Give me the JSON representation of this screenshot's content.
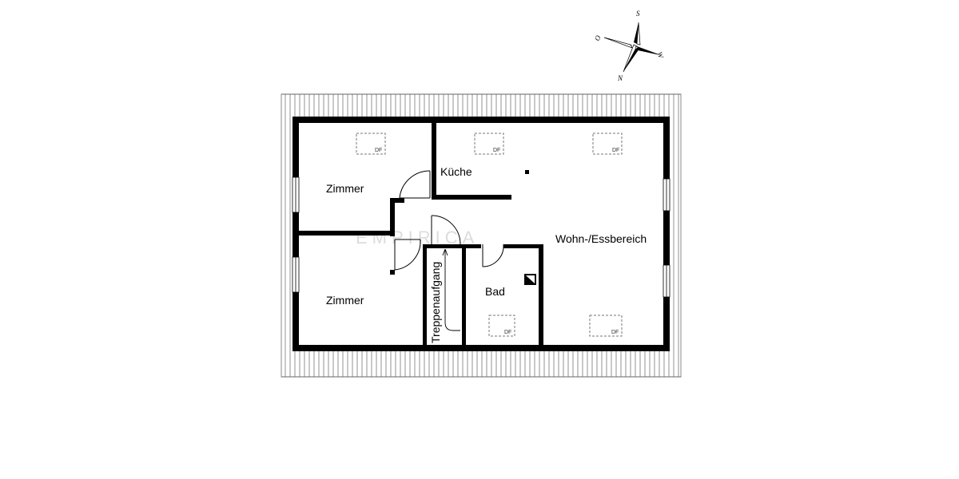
{
  "compass": {
    "s": "S",
    "w": "W",
    "n": "N",
    "o": "O"
  },
  "rooms": {
    "zimmer_top": "Zimmer",
    "zimmer_bottom": "Zimmer",
    "kueche": "Küche",
    "wohn": "Wohn-/Essbereich",
    "bad": "Bad",
    "treppe": "Treppenaufgang"
  },
  "dormer_label": "DF",
  "watermark": "EMPIRICA"
}
